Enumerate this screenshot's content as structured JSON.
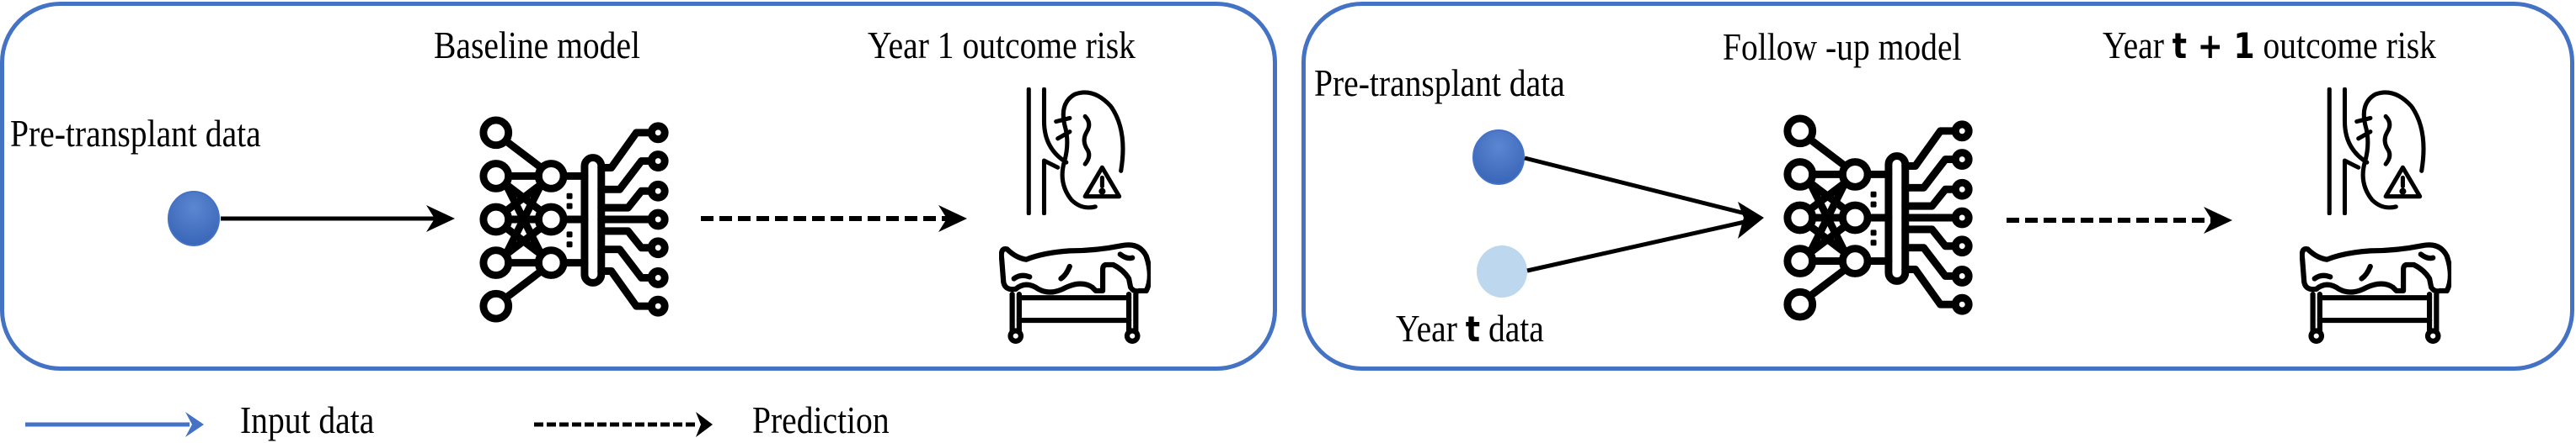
{
  "colors": {
    "panel_border": "#4472C4",
    "input_dot_dark": "#4472C4",
    "input_dot_light": "#BDD7EE",
    "arrow": "#000000",
    "legend_input_arrow": "#4472C4"
  },
  "panels": [
    {
      "id": "baseline",
      "input_labels": [
        "Pre-transplant data"
      ],
      "model_label": "Baseline model",
      "output_label": {
        "prefix": "Year ",
        "emph": "",
        "plain_num": "1",
        "suffix": " outcome risk"
      },
      "model_icon": "neural-network-icon",
      "output_icons": [
        "kidney-warning-icon",
        "patient-bed-icon"
      ]
    },
    {
      "id": "follow-up",
      "input_labels": [
        "Pre-transplant data",
        "Year ",
        "t",
        " data"
      ],
      "model_label": "Follow -up model",
      "output_label": {
        "prefix": "Year ",
        "emph": "t + 1",
        "suffix": " outcome risk"
      },
      "model_icon": "neural-network-icon",
      "output_icons": [
        "kidney-warning-icon",
        "patient-bed-icon"
      ]
    }
  ],
  "legend": {
    "input_label": "Input data",
    "prediction_label": "Prediction"
  }
}
